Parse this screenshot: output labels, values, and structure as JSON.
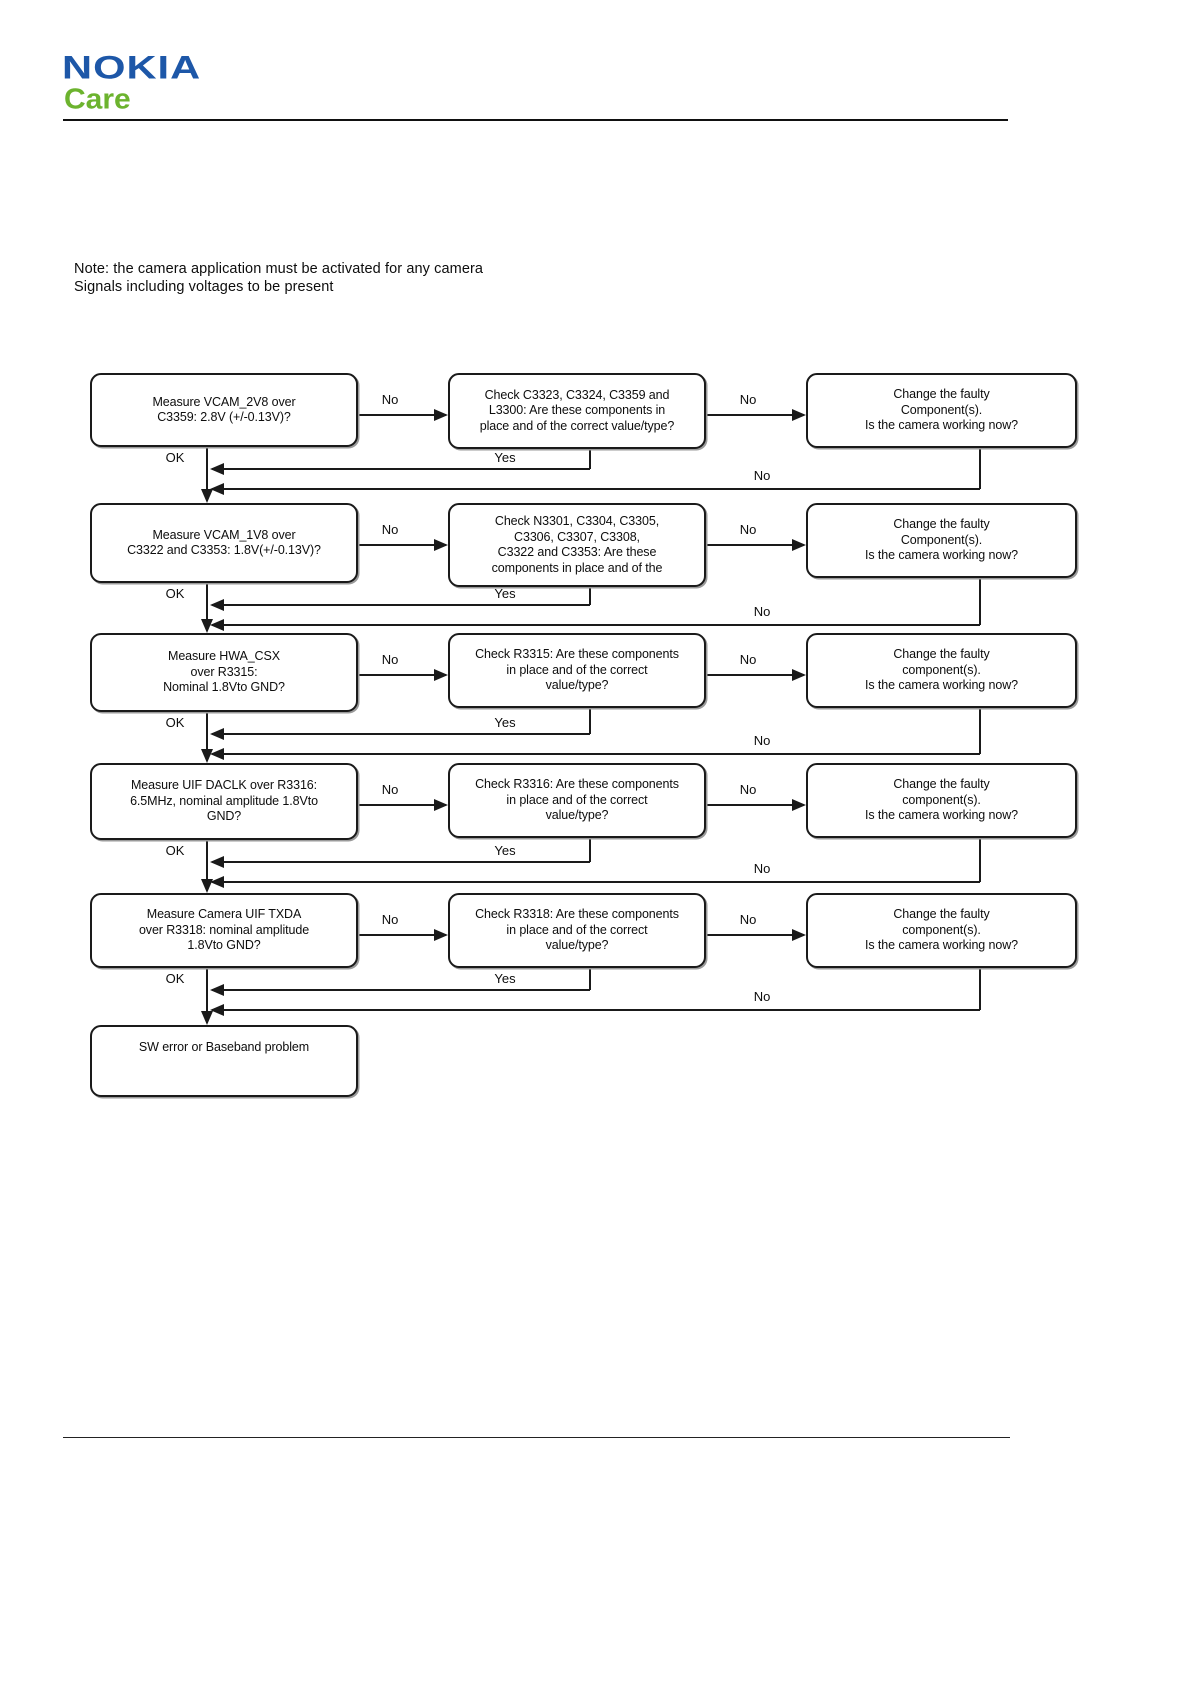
{
  "header": {
    "logo_nokia": "NOKIA",
    "logo_care": "Care"
  },
  "colors": {
    "nokia_blue": "#1d57a8",
    "care_green": "#6cb32e",
    "line_black": "#1a1a1a"
  },
  "note": {
    "line1": "Note: the camera application must be activated for any camera",
    "line2": "Signals including voltages to be present"
  },
  "flowchart": {
    "rows": [
      {
        "measure": "Measure VCAM_2V8 over\nC3359: 2.8V (+/-0.13V)?",
        "check": "Check C3323, C3324, C3359 and\nL3300: Are these components in\nplace and of the correct value/type?",
        "change": "Change the faulty\nComponent(s).\nIs the camera working now?",
        "no1": "No",
        "no2": "No",
        "ok": "OK",
        "yes": "Yes",
        "no_return": "No"
      },
      {
        "measure": "Measure VCAM_1V8 over\nC3322 and C3353: 1.8V(+/-0.13V)?",
        "check": "Check N3301, C3304, C3305,\nC3306, C3307, C3308,\nC3322 and C3353: Are these\ncomponents in place and of the",
        "change": "Change the faulty\nComponent(s).\nIs the camera working now?",
        "no1": "No",
        "no2": "No",
        "ok": "OK",
        "yes": "Yes",
        "no_return": "No"
      },
      {
        "measure": "Measure HWA_CSX\nover R3315:\nNominal 1.8Vto GND?",
        "check": "Check R3315: Are these components\nin place and of the correct\nvalue/type?",
        "change": "Change the faulty\ncomponent(s).\nIs the camera working now?",
        "no1": "No",
        "no2": "No",
        "ok": "OK",
        "yes": "Yes",
        "no_return": "No"
      },
      {
        "measure": "Measure UIF DACLK over R3316:\n6.5MHz, nominal amplitude 1.8Vto\nGND?",
        "check": "Check R3316: Are these components\nin place and of the correct\nvalue/type?",
        "change": "Change the faulty\ncomponent(s).\nIs the camera working now?",
        "no1": "No",
        "no2": "No",
        "ok": "OK",
        "yes": "Yes",
        "no_return": "No"
      },
      {
        "measure": "Measure Camera UIF TXDA\nover R3318: nominal amplitude\n1.8Vto GND?",
        "check": "Check R3318: Are these components\nin place and of the correct\nvalue/type?",
        "change": "Change the faulty\ncomponent(s).\nIs the camera working now?",
        "no1": "No",
        "no2": "No",
        "ok": "OK",
        "yes": "Yes",
        "no_return": "No"
      }
    ],
    "final": "SW error or Baseband problem"
  }
}
